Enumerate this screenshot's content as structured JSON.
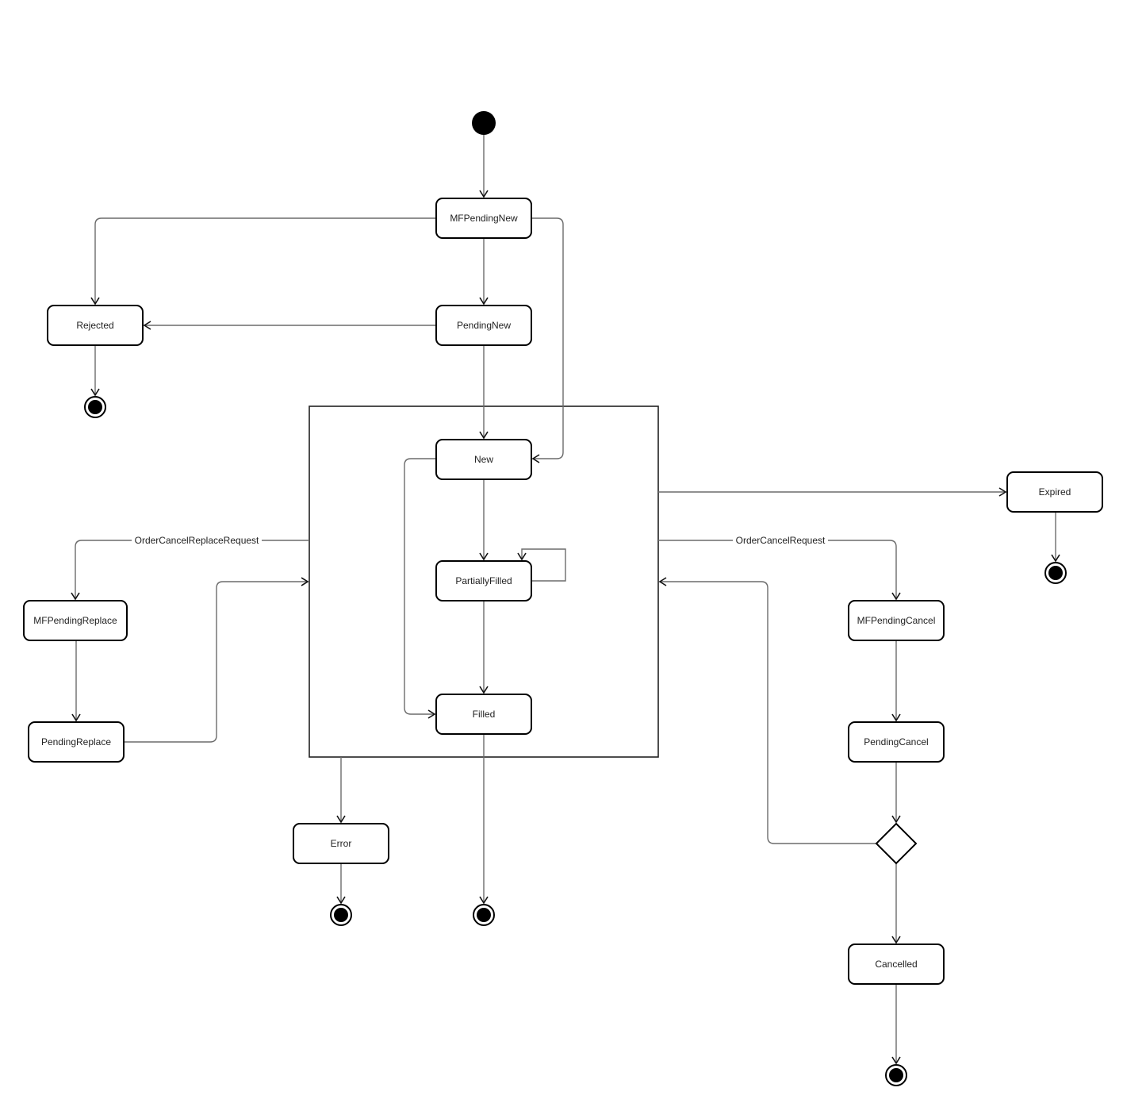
{
  "diagram": {
    "type": "uml-state-machine",
    "states": {
      "mf_pending_new": "MFPendingNew",
      "rejected": "Rejected",
      "pending_new": "PendingNew",
      "new": "New",
      "partially_filled": "PartiallyFilled",
      "filled": "Filled",
      "expired": "Expired",
      "mf_pending_replace": "MFPendingReplace",
      "pending_replace": "PendingReplace",
      "mf_pending_cancel": "MFPendingCancel",
      "pending_cancel": "PendingCancel",
      "error": "Error",
      "cancelled": "Cancelled"
    },
    "edge_labels": {
      "cancel_replace": "OrderCancelReplaceRequest",
      "cancel": "OrderCancelRequest"
    },
    "colors": {
      "edge": "#6b6b6b",
      "node_border": "#000000"
    }
  }
}
